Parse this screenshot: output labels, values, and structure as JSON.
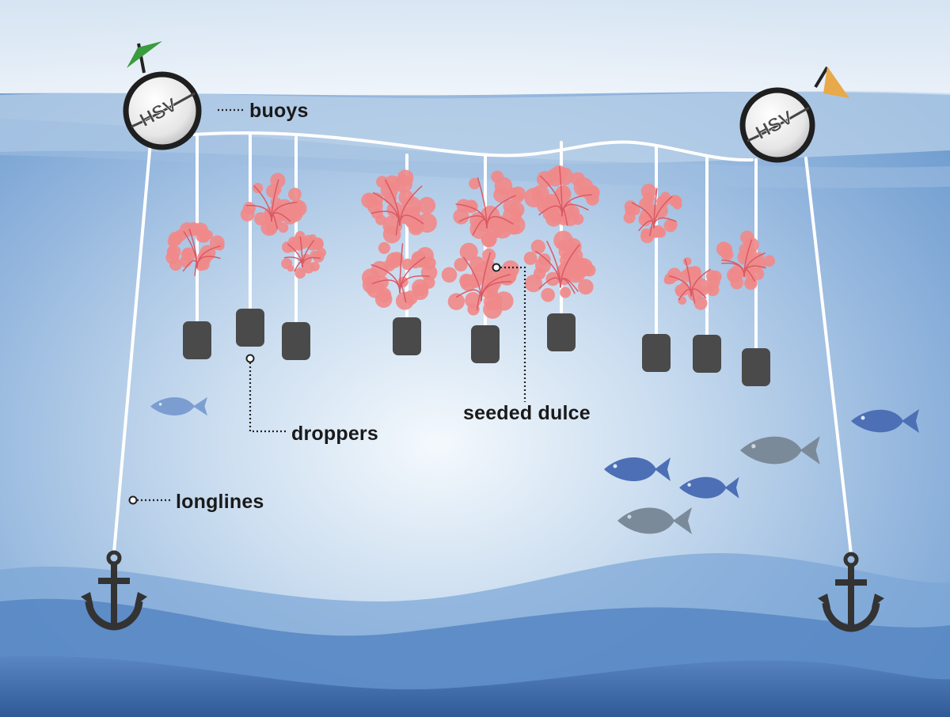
{
  "labels": {
    "buoys": "buoys",
    "droppers": "droppers",
    "seeded_dulce": "seeded dulce",
    "longlines": "longlines"
  },
  "buoy_marking": "HSV",
  "colors": {
    "water_top": "#f4f9fd",
    "water_mid": "#a9c7e6",
    "water_deep": "#3f6fb0",
    "dulce": "#f08a8a",
    "weight": "#4a4a4a",
    "rope": "#ffffff",
    "fish_blue": "#4d6fb5",
    "fish_grey": "#7b8a99",
    "flag_left": "#3a9b3f",
    "flag_right": "#e8a94a",
    "anchor": "#333333"
  },
  "icons": [
    "buoy-icon",
    "flag-icon",
    "anchor-icon",
    "weight-icon",
    "fish-icon",
    "seaweed-icon"
  ]
}
